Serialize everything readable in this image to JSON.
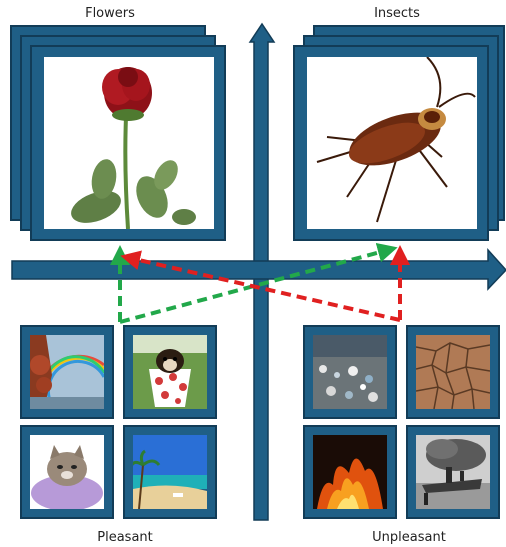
{
  "categories": {
    "top_left": "Flowers",
    "top_right": "Insects",
    "bottom_left": "Pleasant",
    "bottom_right": "Unpleasant"
  },
  "colors": {
    "frame": "#1f5f86",
    "frame_border": "#123c57",
    "axis": "#1f5f86",
    "arrow_green": "#22a84a",
    "arrow_red": "#e02020"
  },
  "images": {
    "flowers": "red-rose-photo",
    "insects": "cockroach-photo",
    "pleasant": [
      "rainbow-photo",
      "puppy-in-cup-photo",
      "kitten-in-blanket-photo",
      "tropical-beach-photo"
    ],
    "unpleasant": [
      "polluted-shore-photo",
      "cracked-earth-photo",
      "burning-house-photo",
      "sinking-ship-photo"
    ]
  }
}
